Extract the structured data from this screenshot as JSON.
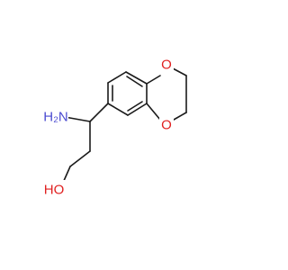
{
  "molecule": {
    "atoms": [
      {
        "id": "N",
        "label": "H₂N",
        "color": "#4a4ad0"
      },
      {
        "id": "O1",
        "label": "O",
        "color": "#e02020"
      },
      {
        "id": "O2",
        "label": "O",
        "color": "#e02020"
      },
      {
        "id": "OH",
        "label": "HO",
        "color": "#e02020"
      }
    ],
    "bond_color": "#1a1a1a"
  }
}
